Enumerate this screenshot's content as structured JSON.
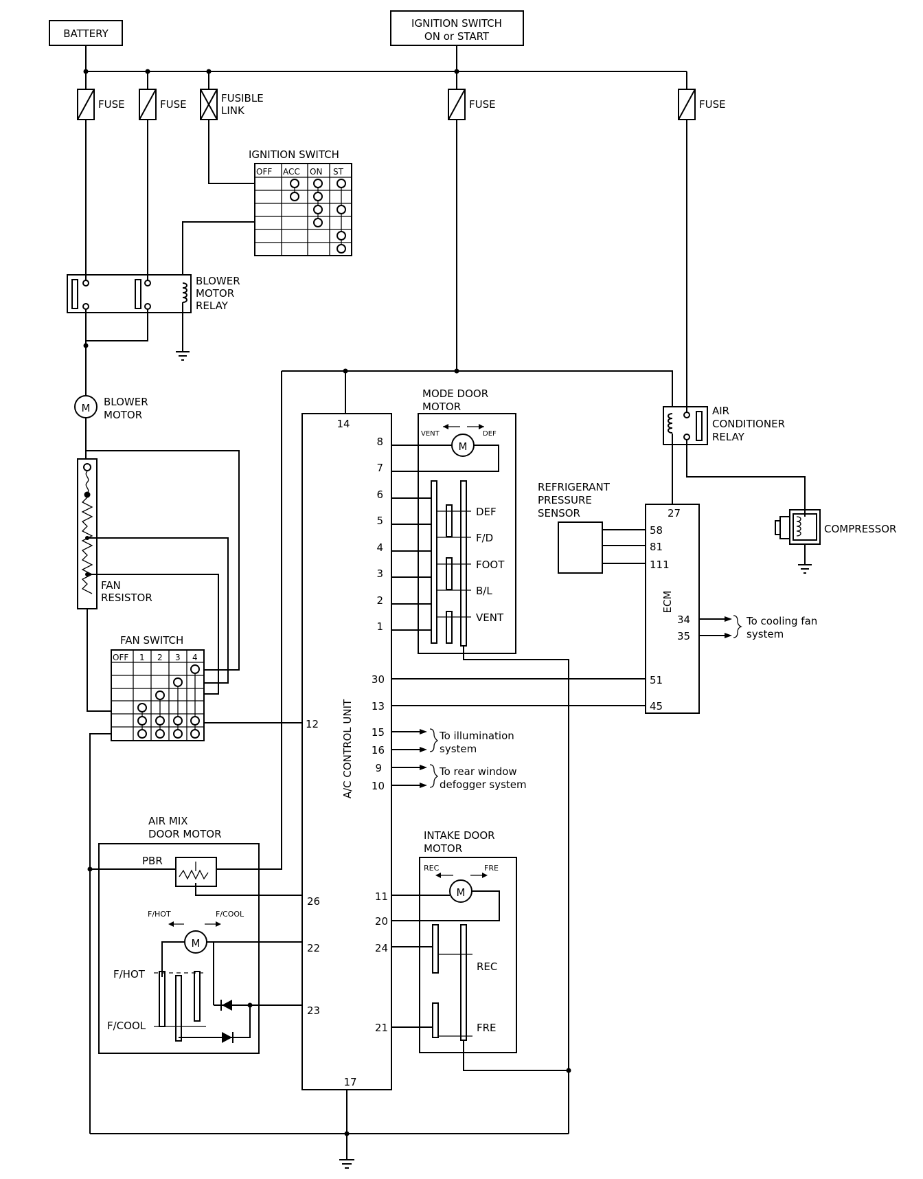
{
  "sources": {
    "battery": "BATTERY",
    "ign_line1": "IGNITION  SWITCH",
    "ign_line2": "ON  or  START"
  },
  "fuses": {
    "fuse": "FUSE",
    "fusible_line1": "FUSIBLE",
    "fusible_line2": "LINK"
  },
  "ignition_switch": {
    "title": "IGNITION SWITCH",
    "cols": [
      "OFF",
      "ACC",
      "ON",
      "ST"
    ]
  },
  "blower_relay": {
    "line1": "BLOWER",
    "line2": "MOTOR",
    "line3": "RELAY"
  },
  "blower_motor": {
    "line1": "BLOWER",
    "line2": "MOTOR",
    "symbol": "M"
  },
  "fan_resistor": {
    "line1": "FAN",
    "line2": "RESISTOR"
  },
  "fan_switch": {
    "title": "FAN SWITCH",
    "cols": [
      "OFF",
      "1",
      "2",
      "3",
      "4"
    ]
  },
  "ac_unit": {
    "label": "A/C CONTROL UNIT",
    "pins": {
      "p14": "14",
      "p8": "8",
      "p7": "7",
      "p6": "6",
      "p5": "5",
      "p4": "4",
      "p3": "3",
      "p2": "2",
      "p1": "1",
      "p30": "30",
      "p13": "13",
      "p12": "12",
      "p15": "15",
      "p16": "16",
      "p9": "9",
      "p10": "10",
      "p26": "26",
      "p22": "22",
      "p23": "23",
      "p11": "11",
      "p20": "20",
      "p24": "24",
      "p21": "21",
      "p17": "17"
    }
  },
  "mode_door_motor": {
    "line1": "MODE DOOR",
    "line2": "MOTOR",
    "vent": "VENT",
    "def": "DEF",
    "positions": [
      "DEF",
      "F/D",
      "FOOT",
      "B/L",
      "VENT"
    ]
  },
  "ac_relay": {
    "line1": "AIR",
    "line2": "CONDITIONER",
    "line3": "RELAY"
  },
  "refrigerant_sensor": {
    "line1": "REFRIGERANT",
    "line2": "PRESSURE",
    "line3": "SENSOR"
  },
  "compressor": "COMPRESSOR",
  "ecm": {
    "label": "ECM",
    "pins": {
      "p27": "27",
      "p58": "58",
      "p81": "81",
      "p111": "111",
      "p34": "34",
      "p35": "35",
      "p51": "51",
      "p45": "45"
    }
  },
  "notes": {
    "cooling_line1": "To cooling fan",
    "cooling_line2": "system",
    "illum_line1": "To illumination",
    "illum_line2": "system",
    "rear_line1": "To rear window",
    "rear_line2": "defogger system"
  },
  "air_mix_motor": {
    "line1": "AIR MIX",
    "line2": "DOOR MOTOR",
    "pbr": "PBR",
    "fhot_small": "F/HOT",
    "fcool_small": "F/COOL",
    "fhot": "F/HOT",
    "fcool": "F/COOL"
  },
  "intake_door_motor": {
    "line1": "INTAKE DOOR",
    "line2": "MOTOR",
    "rec_small": "REC",
    "fre_small": "FRE",
    "rec": "REC",
    "fre": "FRE"
  }
}
